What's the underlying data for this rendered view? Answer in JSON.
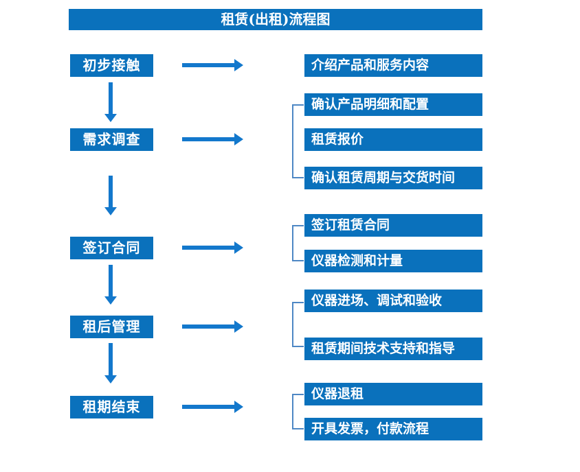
{
  "title": "租赁(出租)流程图",
  "colors": {
    "box_blue": "#0A71BC",
    "arrow_blue": "#1378CC",
    "bracket_blue": "#4D87C4",
    "text_white": "#FFFFFF",
    "background": "#FFFFFF"
  },
  "stages": [
    {
      "label": "初步接触",
      "children": [
        "介绍产品和服务内容"
      ]
    },
    {
      "label": "需求调查",
      "children": [
        "确认产品明细和配置",
        "租赁报价",
        "确认租赁周期与交货时间"
      ]
    },
    {
      "label": "签订合同",
      "children": [
        "签订租赁合同",
        "仪器检测和计量"
      ]
    },
    {
      "label": "租后管理",
      "children": [
        "仪器进场、调试和验收",
        "租赁期间技术支持和指导"
      ]
    },
    {
      "label": "租期结束",
      "children": [
        "仪器退租",
        "开具发票，付款流程"
      ]
    }
  ]
}
